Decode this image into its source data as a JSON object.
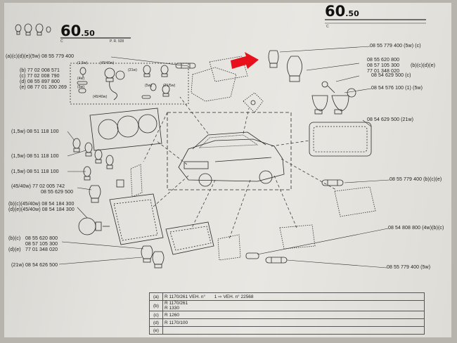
{
  "header": {
    "page_left_num": "60",
    "page_left_sub": ".50",
    "page_left_note_c": "C",
    "page_left_note_pr": "P. R. 928",
    "page_right_num": "60",
    "page_right_sub": ".50",
    "page_right_note_c": "C"
  },
  "callouts": {
    "top_center": "(a)(c)(d)(e)(5w) 08 55 779 400",
    "top_right": "08 55 779 400 (5w) (c)",
    "right_stack": [
      "08 55 620 800",
      "08 57 105 300",
      "77 01 348 020"
    ],
    "right_stack_codes": "(b)(c)(d)(e)",
    "right_629": "08 54 629 500 (c)",
    "right_576": "08 54 576 100 (1) (5w)",
    "right_629_21w": "08 54 629 500 (21w)",
    "right_779_mid": "08 55 779 400 (b)(c)(e)",
    "right_808": "08 54 808 800 (4w)(b)(c)",
    "right_779_bottom": "08 55 779 400 (5w)",
    "left_codes": [
      {
        "code": "(b)",
        "num": "77 02 008 571"
      },
      {
        "code": "(c)",
        "num": "77 02 008 790"
      },
      {
        "code": "(d)",
        "num": "08 55 897 800"
      },
      {
        "code": "(e)",
        "num": "08 77 01 200 269"
      }
    ],
    "left_118_1": "(1,5w) 08 51 118 100",
    "left_118_2": "(1,5w) 08 51 118 100",
    "left_118_3": "(1,5w) 08 51 118 100",
    "left_h4_1": "(45/40w) 77 02 005 742",
    "left_h4_2": "08 55 629 500",
    "left_184_1": "(b)(c)(45/40w) 08 54 184 300",
    "left_184_2": "(d)(e)(45/40w) 08 54 184 300",
    "left_stack_codes_top": "(b)(c)",
    "left_stack_codes_bottom": "(d)(e)",
    "left_stack": [
      "08 55 620 800",
      "08 57 105 300",
      "77 01 348 020"
    ],
    "left_626": "(21w) 08 54 626 500",
    "bulb_tags": [
      "(1,5w)",
      "(4w)",
      "(5w)",
      "(45/40w)",
      "(21w)",
      "(45/40w)",
      "(5w)",
      "(21/5w)"
    ]
  },
  "variants": [
    {
      "code": "(a)",
      "text": "R 1170/261   VEH. n°",
      "extra": "1  ⇨  VEH. n°    22568"
    },
    {
      "code": "(b)",
      "text": "R 1170/261",
      "text2": "R 1330",
      "extra": ""
    },
    {
      "code": "(c)",
      "text": "R 1260",
      "extra": ""
    },
    {
      "code": "(d)",
      "text": "R 1170/100",
      "extra": ""
    },
    {
      "code": "(e)",
      "text": "",
      "extra": ""
    }
  ],
  "colors": {
    "paper": "#e6e4df",
    "ink": "#222222",
    "arrow": "#e8101a"
  }
}
